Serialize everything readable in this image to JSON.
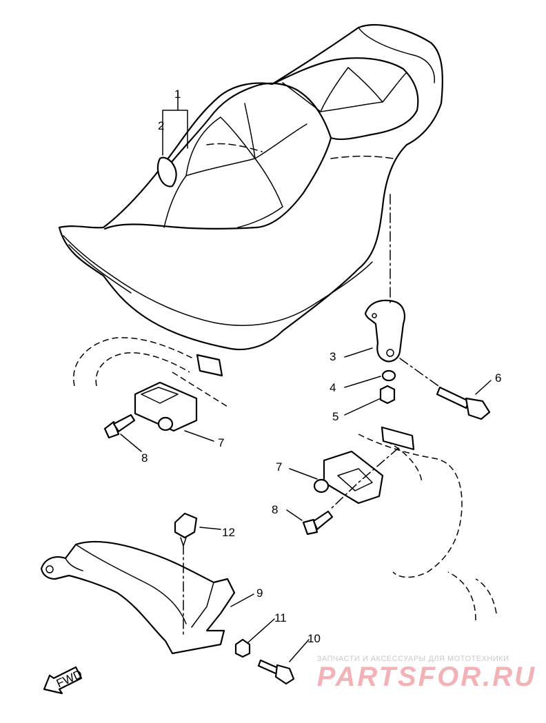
{
  "callouts": [
    {
      "id": "1",
      "label": "1"
    },
    {
      "id": "2",
      "label": "2"
    },
    {
      "id": "3",
      "label": "3"
    },
    {
      "id": "4",
      "label": "4"
    },
    {
      "id": "5",
      "label": "5"
    },
    {
      "id": "6",
      "label": "6"
    },
    {
      "id": "7a",
      "label": "7"
    },
    {
      "id": "7b",
      "label": "7"
    },
    {
      "id": "8a",
      "label": "8"
    },
    {
      "id": "8b",
      "label": "8"
    },
    {
      "id": "9",
      "label": "9"
    },
    {
      "id": "10",
      "label": "10"
    },
    {
      "id": "11",
      "label": "11"
    },
    {
      "id": "12",
      "label": "12"
    }
  ],
  "fwd_arrow": {
    "label": "FWD"
  },
  "watermark": {
    "subtitle": "ЗАПЧАСТИ И АКСЕССУАРЫ ДЛЯ МОТОТЕХНИКИ",
    "brand": "PARTSFOR.RU",
    "color": "#f3b2b6"
  }
}
